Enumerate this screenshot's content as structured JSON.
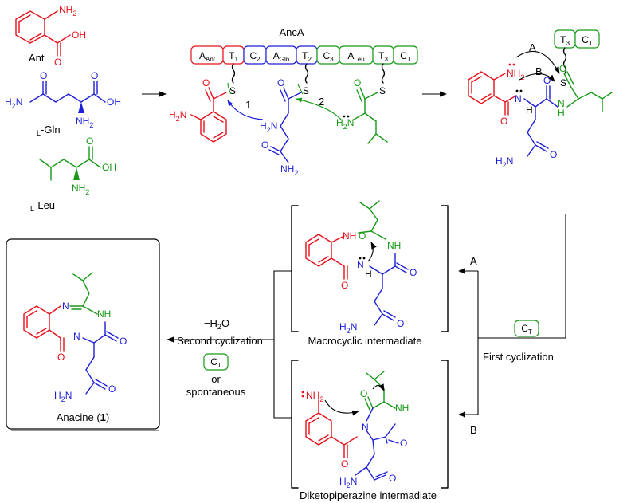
{
  "colors": {
    "ant": "#e8101a",
    "gln": "#1d1fd8",
    "leu": "#179a17",
    "neutral": "#000000"
  },
  "substrates": {
    "ant": "Ant",
    "gln": "-Gln",
    "leu": "-Leu",
    "stereo_prefix": "L"
  },
  "assembly_line": {
    "title": "AncA",
    "modules": [
      {
        "label": "A",
        "sub": "Ant"
      },
      {
        "label": "T",
        "sub": "1"
      },
      {
        "label": "C",
        "sub": "2"
      },
      {
        "label": "A",
        "sub": "Gln"
      },
      {
        "label": "T",
        "sub": "2"
      },
      {
        "label": "C",
        "sub": "3"
      },
      {
        "label": "A",
        "sub": "Leu"
      },
      {
        "label": "T",
        "sub": "3"
      },
      {
        "label": "C",
        "sub": "T"
      }
    ],
    "step1": "1",
    "step2": "2"
  },
  "atoms": {
    "nh2": "NH",
    "h2n": "H",
    "n": "N",
    "nh": "NH",
    "o": "O",
    "oh": "OH",
    "s": "S",
    "h": "H",
    "sub2": "2"
  },
  "tripeptide": {
    "modules": [
      {
        "label": "T",
        "sub": "3"
      },
      {
        "label": "C",
        "sub": "T"
      }
    ],
    "path_a": "A",
    "path_b": "B"
  },
  "routes": {
    "path_a": "A",
    "path_b": "B",
    "first_cyclization": "First cyclization",
    "ct_label": "C",
    "ct_sub": "T"
  },
  "macrocycle": {
    "caption": "Macrocyclic intermadiate"
  },
  "dkp": {
    "caption": "Diketopiperazine intermadiate"
  },
  "second_step": {
    "water": "−H",
    "water_sub": "2",
    "water_tail": "O",
    "label": "Second cyclization",
    "ct_label": "C",
    "ct_sub": "T",
    "or": "or",
    "spontaneous": "spontaneous"
  },
  "product": {
    "name": "Anacine (",
    "number": "1",
    "close": ")"
  }
}
